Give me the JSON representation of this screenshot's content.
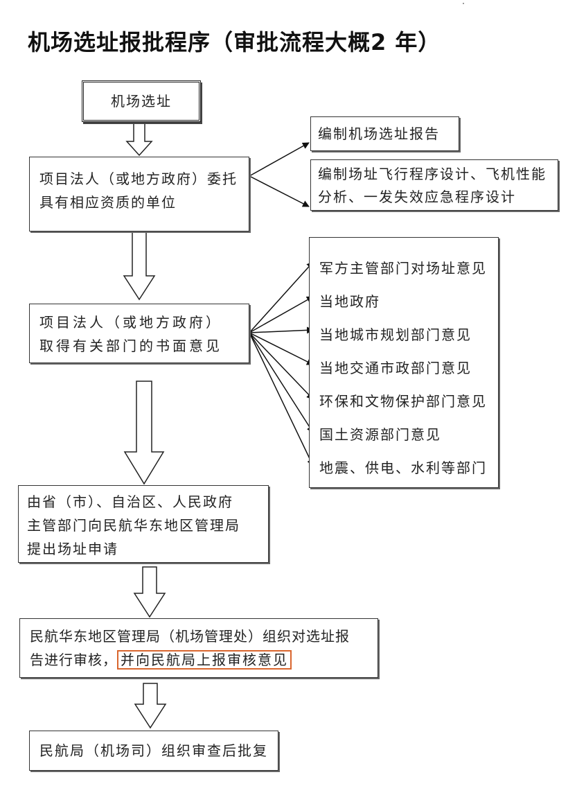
{
  "title": "机场选址报批程序（审批流程大概2 年）",
  "steps": {
    "start": "机场选址",
    "step1": [
      "项目法人（或地方政府）委托",
      "具有相应资质的单位"
    ],
    "step2": [
      "项目法人（或地方政府）",
      "取得有关部门的书面意见"
    ],
    "step3": [
      "由省（市）、自治区、人民政府",
      "主管部门向民航华东地区管理局",
      "提出场址申请"
    ],
    "step4": {
      "line1": "民航华东地区管理局（机场管理处）组织对选址报",
      "line2_prefix": "告进行审核，",
      "line2_highlight": "并向民航局上报审核意见"
    },
    "step5": "民航局（机场司）组织审查后批复"
  },
  "reports": {
    "r1": "编制机场选址报告",
    "r2": [
      "编制场址飞行程序设计、飞机性能",
      "分析、一发失效应急程序设计"
    ]
  },
  "opinions": [
    "军方主管部门对场址意见",
    "当地政府",
    "当地城市规划部门意见",
    "当地交通市政部门意见",
    "环保和文物保护部门意见",
    "国土资源部门意见",
    "地震、供电、水利等部门"
  ],
  "colors": {
    "highlight": "#d9652d",
    "line": "#222222"
  }
}
